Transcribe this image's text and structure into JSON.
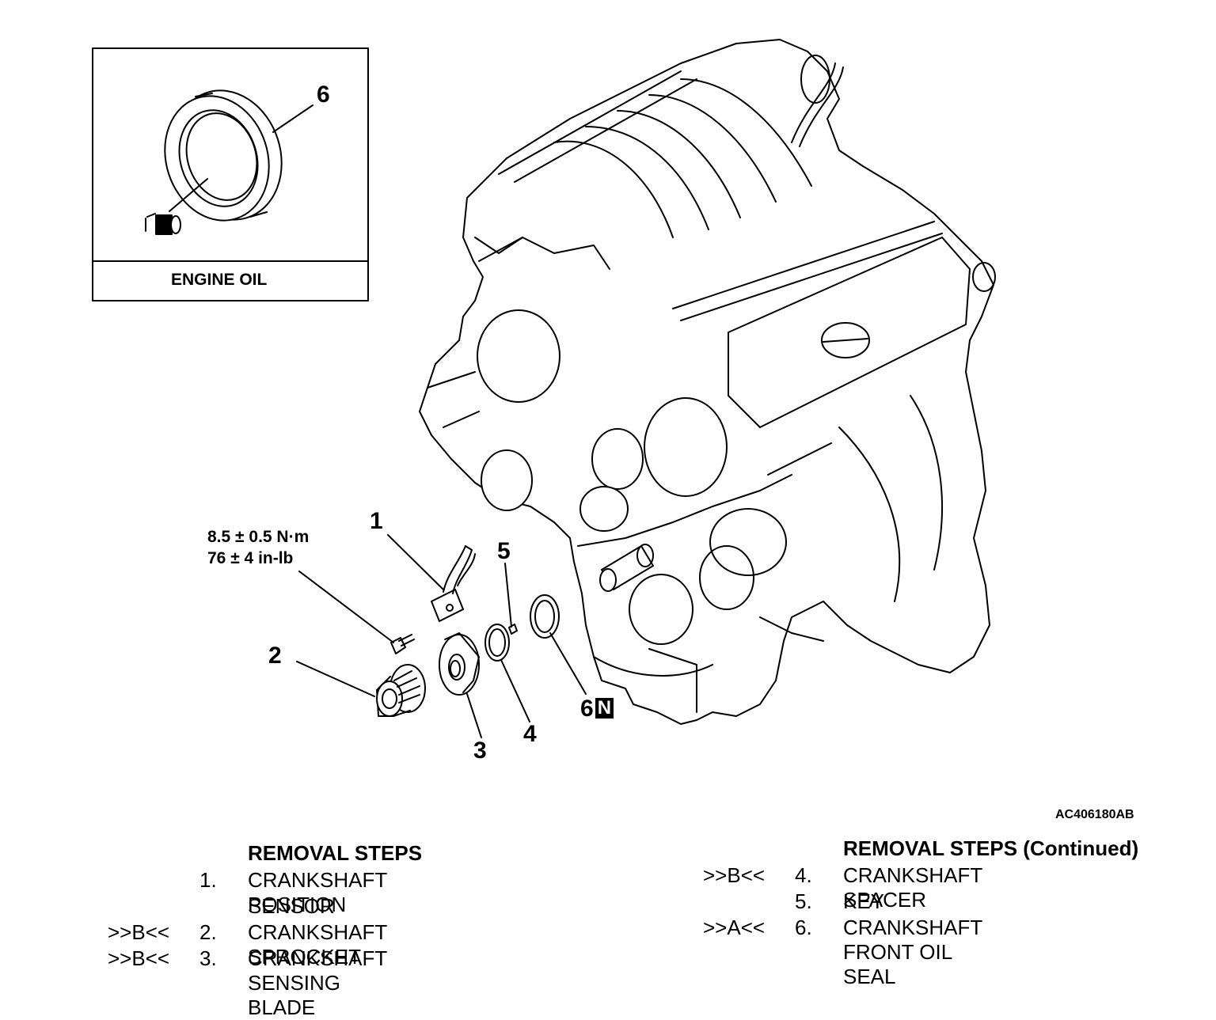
{
  "inset": {
    "callout": "6",
    "label": "ENGINE OIL"
  },
  "torque": {
    "line1": "8.5 ± 0.5 N·m",
    "line2": "76 ± 4 in-lb"
  },
  "callouts": {
    "c1": "1",
    "c2": "2",
    "c3": "3",
    "c4": "4",
    "c5": "5",
    "c6": "6",
    "c6_badge": "N"
  },
  "figure_code": "AC406180AB",
  "removal_steps": {
    "title": "REMOVAL STEPS",
    "items": [
      {
        "tag": "",
        "num": "1.",
        "name": "CRANKSHAFT POSITION",
        "name2": "SENSOR"
      },
      {
        "tag": ">>B<<",
        "num": "2.",
        "name": "CRANKSHAFT SPROCKET"
      },
      {
        "tag": ">>B<<",
        "num": "3.",
        "name": "CRANKSHAFT SENSING BLADE"
      }
    ]
  },
  "removal_steps_continued": {
    "title": "REMOVAL STEPS (Continued)",
    "items": [
      {
        "tag": ">>B<<",
        "num": "4.",
        "name": "CRANKSHAFT SPACER"
      },
      {
        "tag": "",
        "num": "5.",
        "name": "KEY"
      },
      {
        "tag": ">>A<<",
        "num": "6.",
        "name": "CRANKSHAFT FRONT OIL SEAL"
      }
    ]
  }
}
